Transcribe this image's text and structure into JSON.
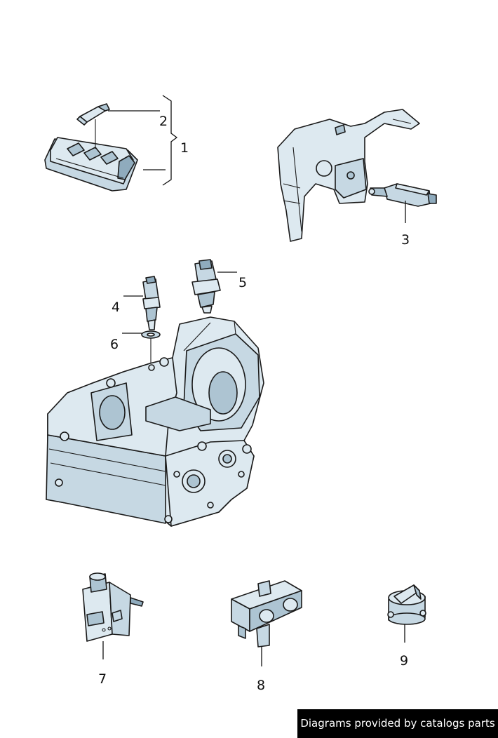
{
  "callouts": [
    {
      "id": "1",
      "label": "1"
    },
    {
      "id": "2",
      "label": "2"
    },
    {
      "id": "3",
      "label": "3"
    },
    {
      "id": "4",
      "label": "4"
    },
    {
      "id": "5",
      "label": "5"
    },
    {
      "id": "6",
      "label": "6"
    },
    {
      "id": "7",
      "label": "7"
    },
    {
      "id": "8",
      "label": "8"
    },
    {
      "id": "9",
      "label": "9"
    }
  ],
  "footer": {
    "text": "Diagrams provided by catalogs parts"
  },
  "colors": {
    "part_fill": "#dde9f0",
    "part_shade": "#adc4d2",
    "footer_bg": "#000000",
    "footer_text": "#ffffff"
  }
}
